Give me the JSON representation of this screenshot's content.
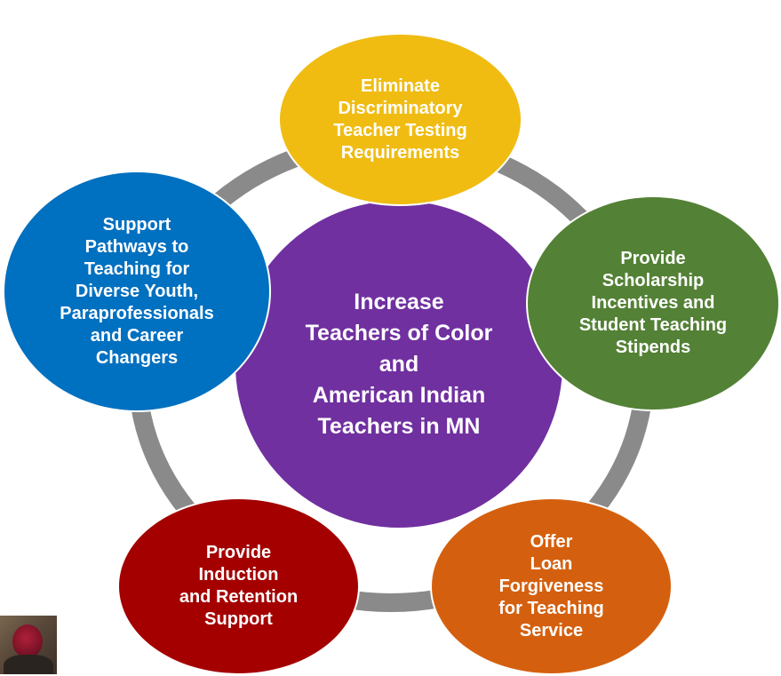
{
  "diagram": {
    "center": {
      "label": "Increase\nTeachers of Color\nand\nAmerican Indian\nTeachers in MN",
      "color": "#7030a0"
    },
    "nodes": [
      {
        "id": "top",
        "label": "Eliminate\nDiscriminatory\nTeacher Testing\nRequirements",
        "color": "#f0bc12"
      },
      {
        "id": "right",
        "label": "Provide\nScholarship\nIncentives and\nStudent Teaching\nStipends",
        "color": "#538135"
      },
      {
        "id": "bottom_right",
        "label": "Offer\nLoan\nForgiveness\nfor Teaching\nService",
        "color": "#d4600f"
      },
      {
        "id": "bottom_left",
        "label": "Provide\nInduction\nand Retention\nSupport",
        "color": "#a40000"
      },
      {
        "id": "left",
        "label": "Support\nPathways to\nTeaching for\nDiverse Youth,\nParaprofessionals\nand Career\nChangers",
        "color": "#0070c0"
      }
    ],
    "ring_color": "#8a8a8a"
  }
}
